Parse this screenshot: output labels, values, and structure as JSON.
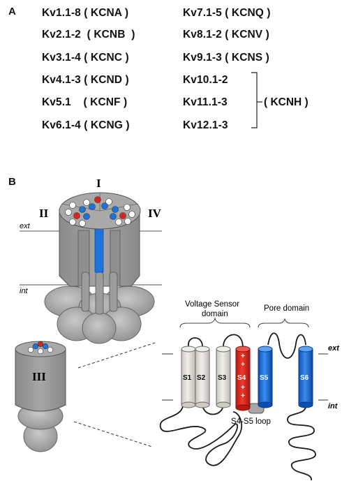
{
  "panel_a": {
    "label": "A",
    "left_column": [
      "Kv1.1-8 ( KCNA )",
      "Kv2.1-2  ( KCNB  )",
      "Kv3.1-4 ( KCNC )",
      "Kv4.1-3 ( KCND )",
      "Kv5.1    ( KCNF )",
      "Kv6.1-4 ( KCNG )"
    ],
    "right_column": [
      "Kv7.1-5 ( KCNQ )",
      "Kv8.1-2 ( KCNV )",
      "Kv9.1-3 ( KCNS )",
      "Kv10.1-2",
      "Kv11.1-3",
      "Kv12.1-3"
    ],
    "group_label": "( KCNH )"
  },
  "panel_b": {
    "label": "B",
    "subunits": [
      "I",
      "II",
      "III",
      "IV"
    ],
    "membrane": {
      "ext": "ext",
      "int": "int"
    },
    "domains": {
      "voltage_sensor": [
        "Voltage Sensor",
        "domain"
      ],
      "pore": "Pore domain"
    },
    "segments": [
      "S1",
      "S2",
      "S3",
      "S4",
      "S5",
      "S6"
    ],
    "linker": "S4-S5 loop",
    "charge_symbol": "+",
    "colors": {
      "gray_body": "#9a9a9a",
      "pore_blue": "#1e73d8",
      "s4_red": "#d8261c",
      "s_white": "#e4e2dd"
    }
  }
}
